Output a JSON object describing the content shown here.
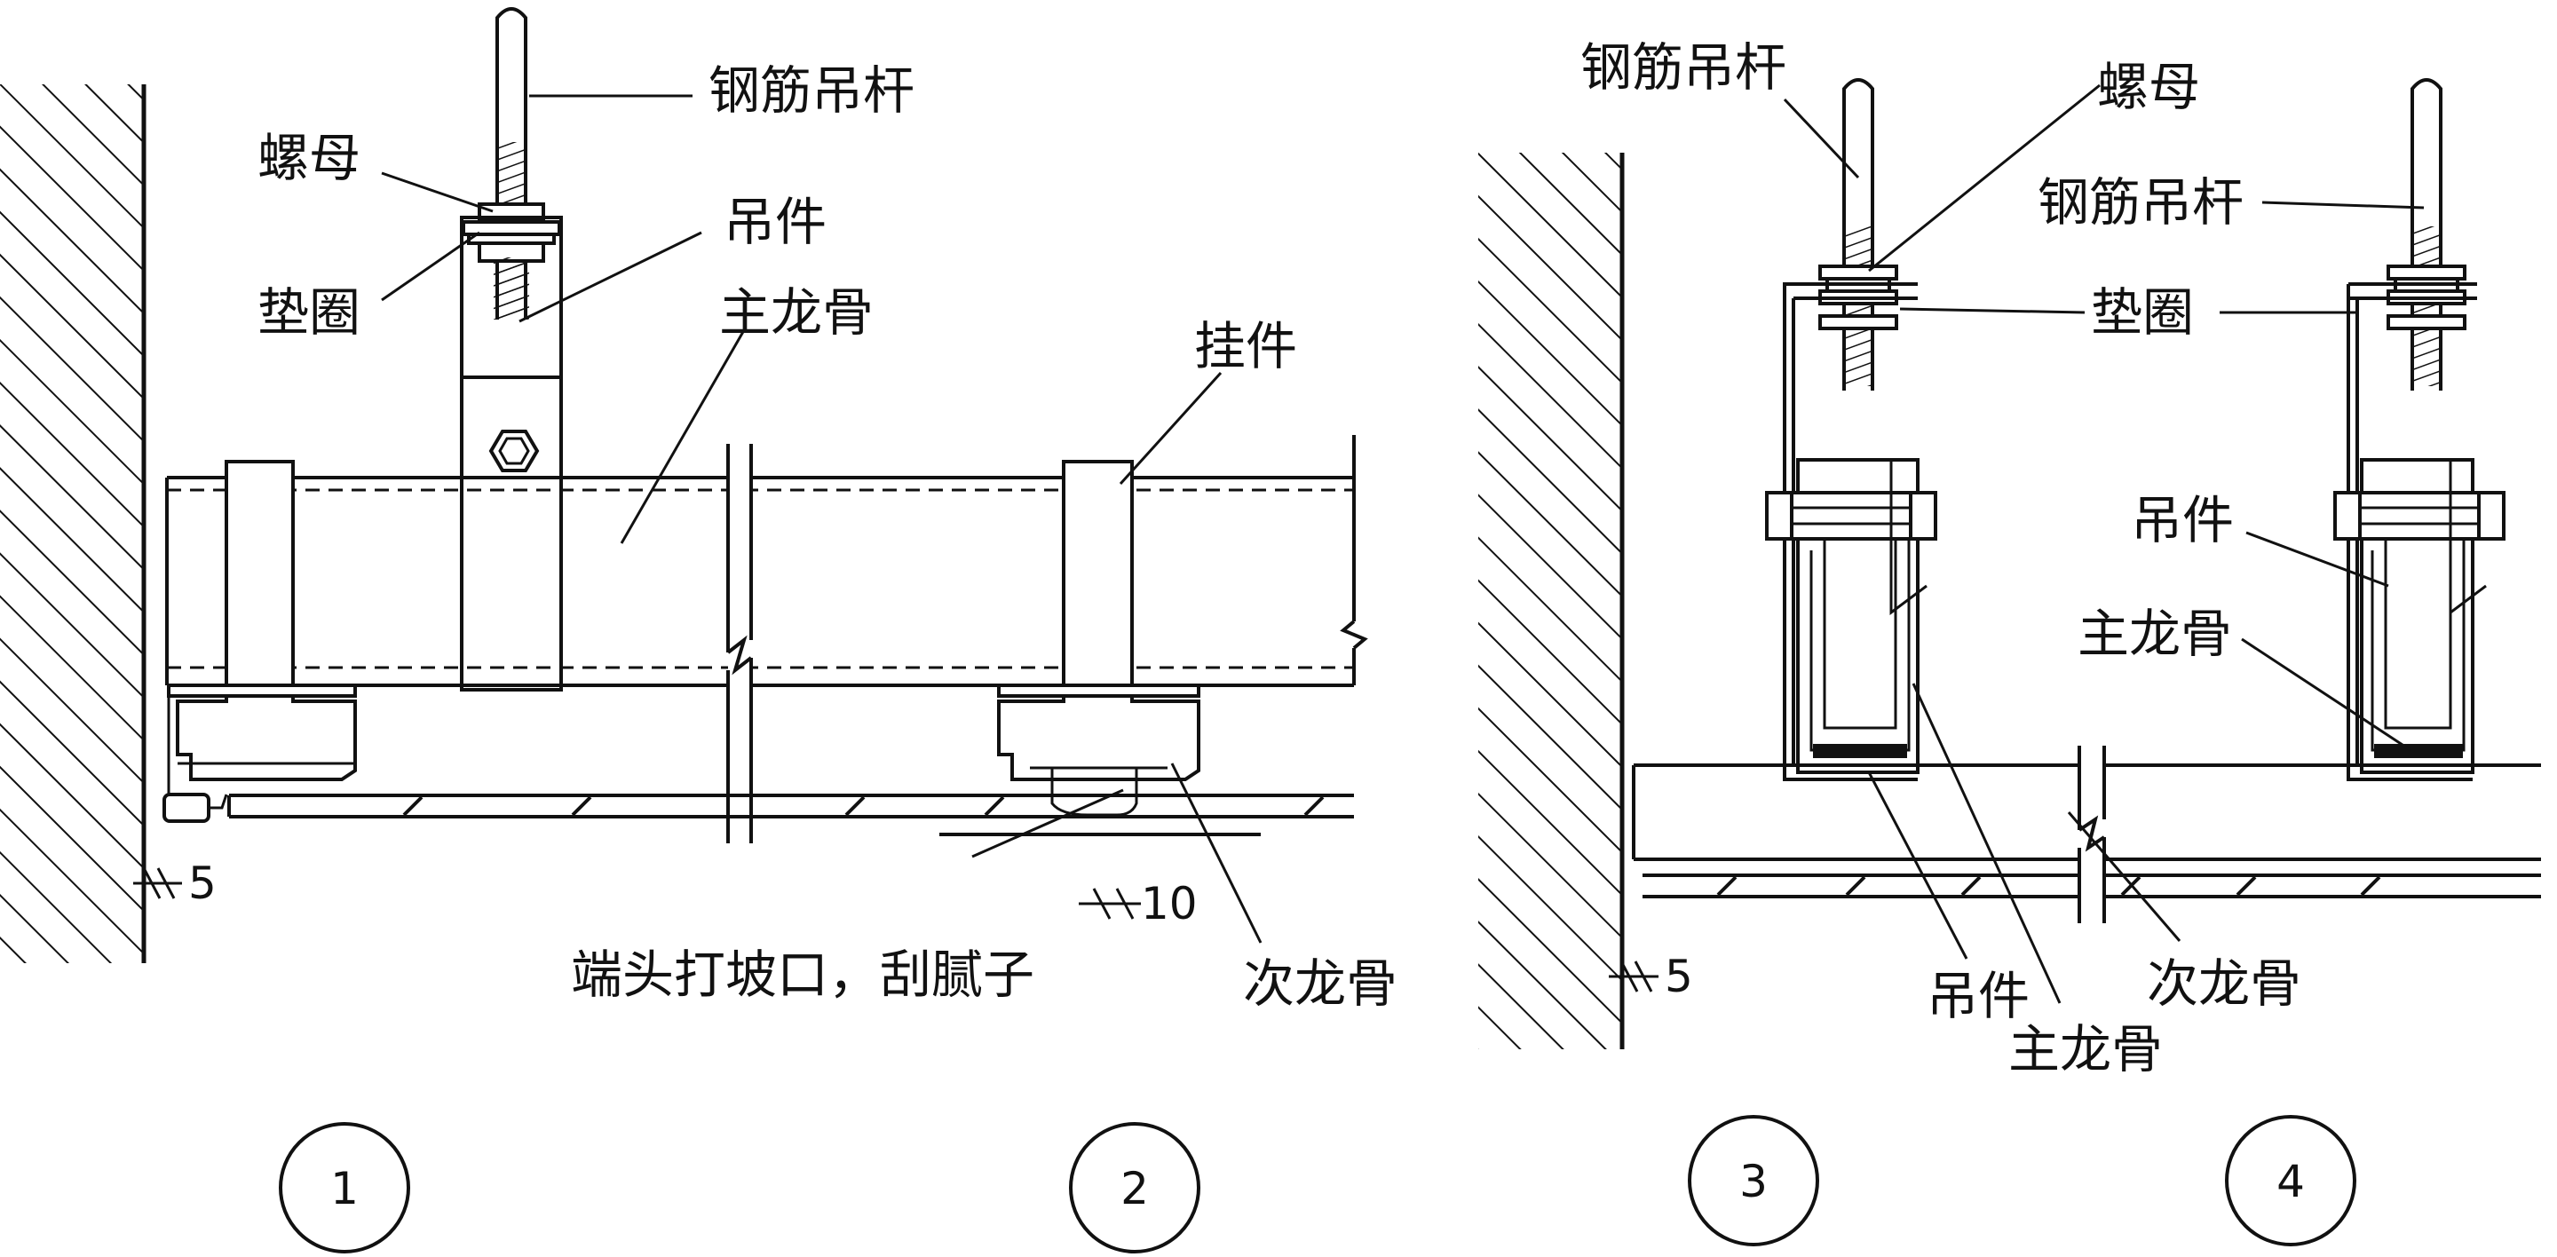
{
  "fig1": {
    "labels": {
      "rod": "钢筋吊杆",
      "nut": "螺母",
      "washer": "垫圈",
      "hanger": "吊件",
      "main_keel": "主龙骨",
      "clip": "挂件",
      "bevel_note": "端头打坡口，刮腻子",
      "sub_keel": "次龙骨"
    },
    "dims": {
      "gap_left": "5",
      "gap_joint": "10"
    },
    "numbers": {
      "a": "1",
      "b": "2"
    }
  },
  "fig2": {
    "labels": {
      "rod_left": "钢筋吊杆",
      "nut": "螺母",
      "rod_right": "钢筋吊杆",
      "washer": "垫圈",
      "hanger_right": "吊件",
      "main_keel_right": "主龙骨",
      "hanger_bottom": "吊件",
      "main_keel_bottom": "主龙骨",
      "sub_keel": "次龙骨"
    },
    "dims": {
      "gap_left": "5"
    },
    "numbers": {
      "a": "3",
      "b": "4"
    }
  }
}
